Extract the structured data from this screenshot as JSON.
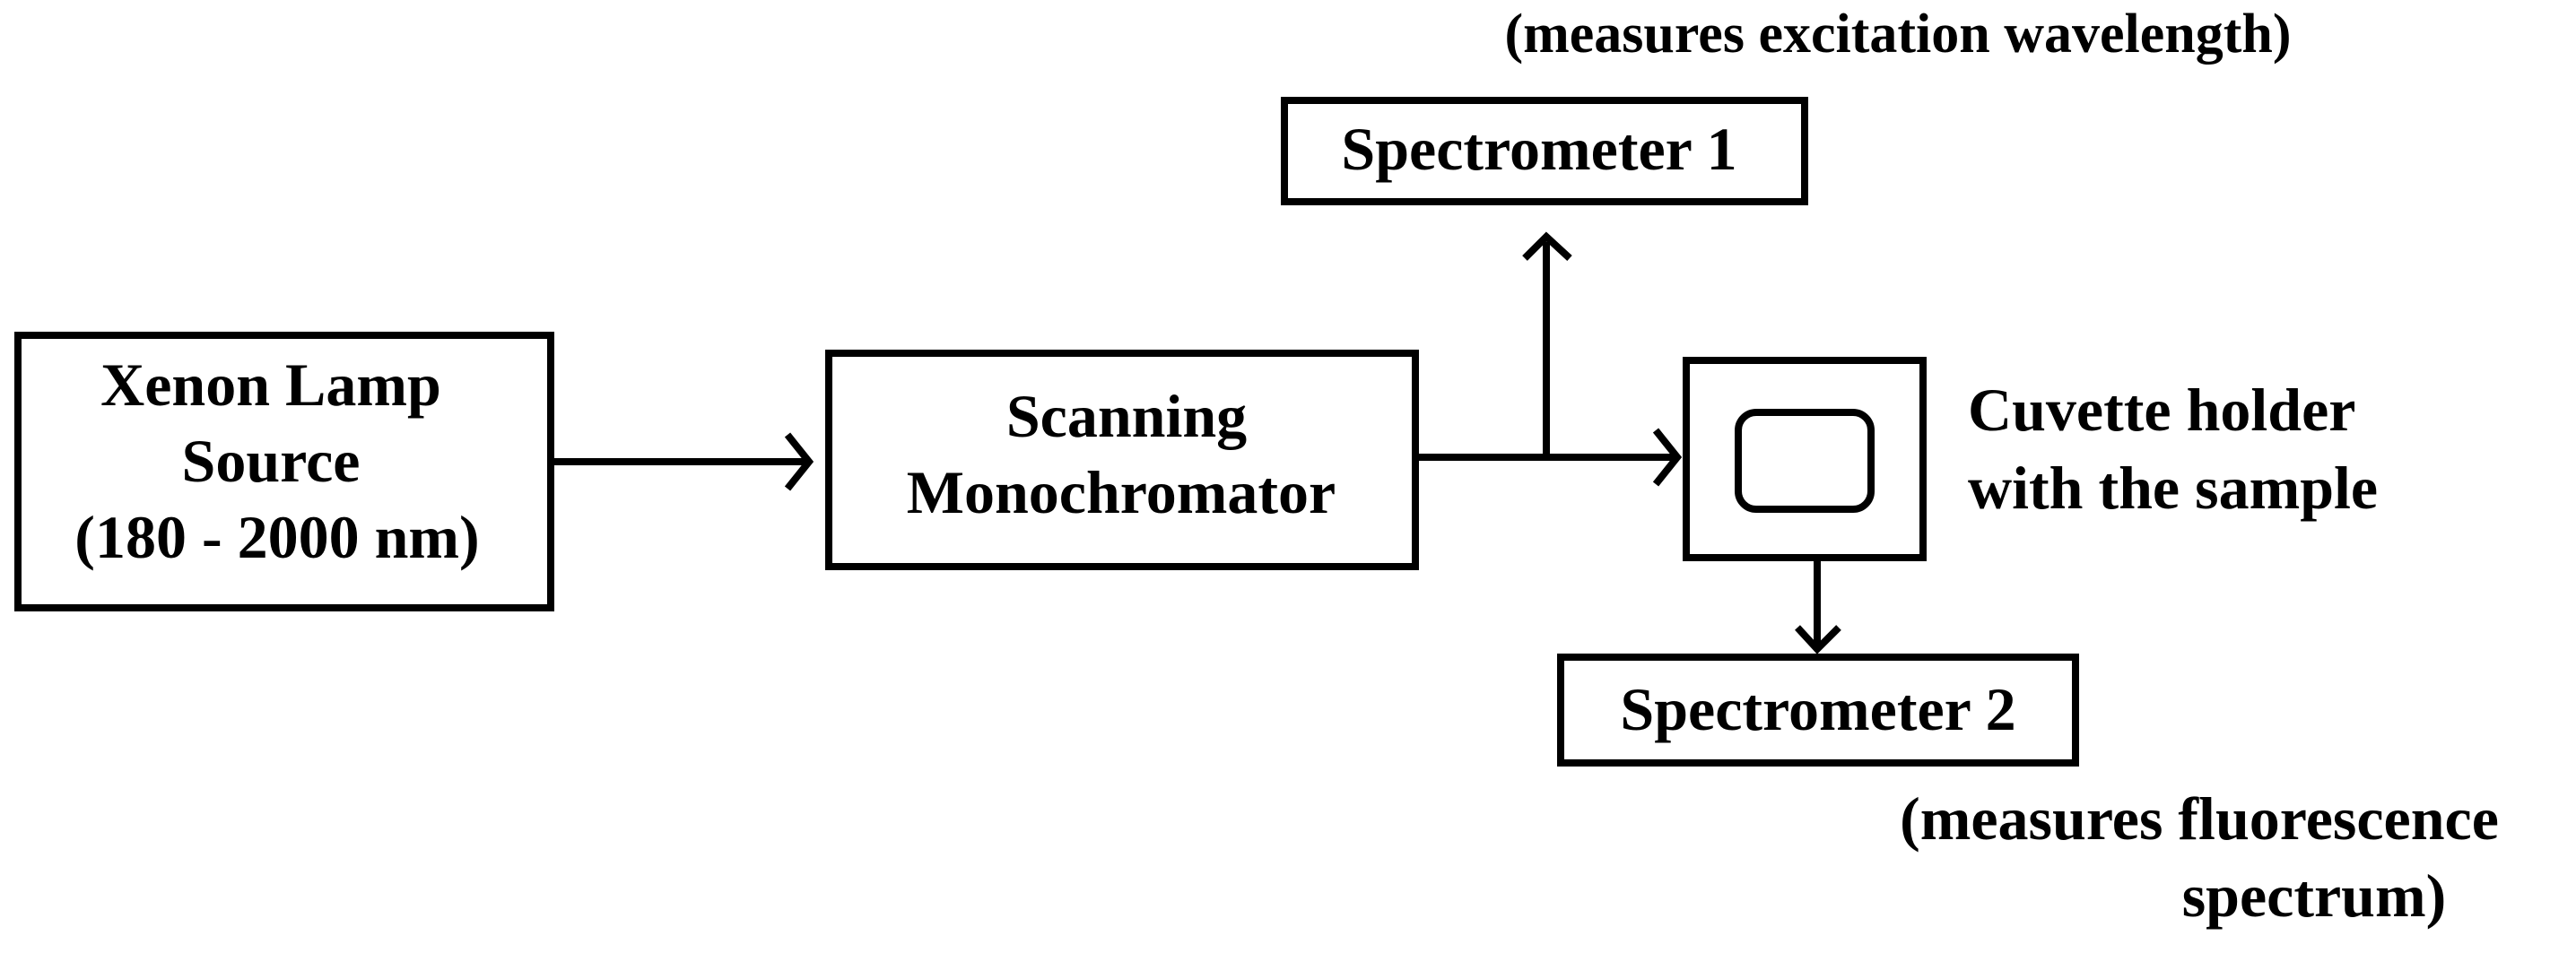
{
  "diagram": {
    "xenon_lamp": {
      "line1": "Xenon Lamp",
      "line2": "Source",
      "line3": "(180 - 2000 nm)"
    },
    "monochromator": {
      "line1": "Scanning",
      "line2": "Monochromator"
    },
    "spectrometer1": {
      "label": "Spectrometer 1",
      "note": "(measures excitation wavelength)"
    },
    "cuvette": {
      "line1": "Cuvette holder",
      "line2": "with the sample"
    },
    "spectrometer2": {
      "label": "Spectrometer 2",
      "note_line1": "(measures fluorescence",
      "note_line2": "spectrum)"
    }
  }
}
